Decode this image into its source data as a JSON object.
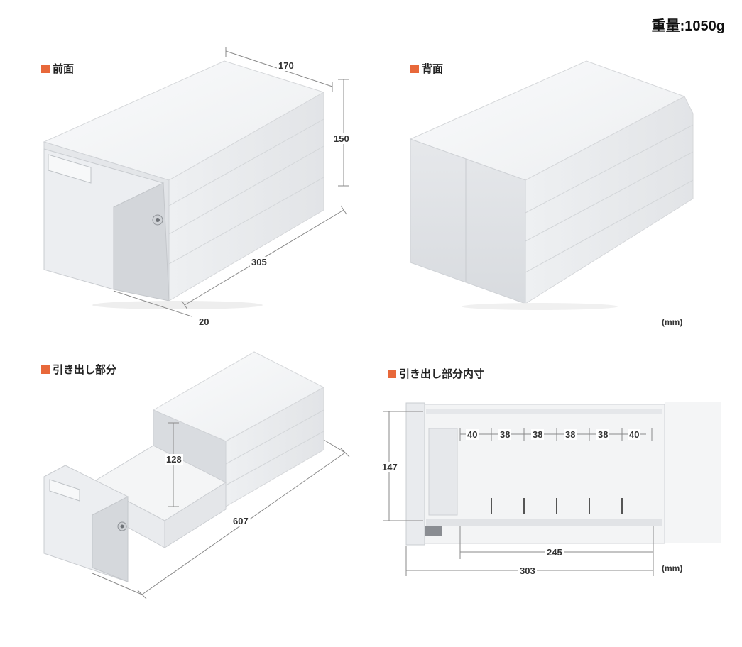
{
  "weight": "重量:1050g",
  "panels": {
    "front": {
      "title": "前面",
      "dims": {
        "width": "170",
        "height": "150",
        "depth": "305",
        "extra": "20"
      }
    },
    "back": {
      "title": "背面",
      "unit": "(mm)"
    },
    "drawer": {
      "title": "引き出し部分",
      "dims": {
        "height": "128",
        "length": "607"
      }
    },
    "inner": {
      "title": "引き出し部分内寸",
      "dims": {
        "height": "147",
        "inner_width": "245",
        "outer_width": "303",
        "dividers": [
          "40",
          "38",
          "38",
          "38",
          "38",
          "40"
        ]
      },
      "unit": "(mm)"
    }
  },
  "colors": {
    "accent": "#e8683a",
    "box": "#f1f2f4",
    "box_shade": "#dfe1e4",
    "line": "#8a8a8a"
  }
}
